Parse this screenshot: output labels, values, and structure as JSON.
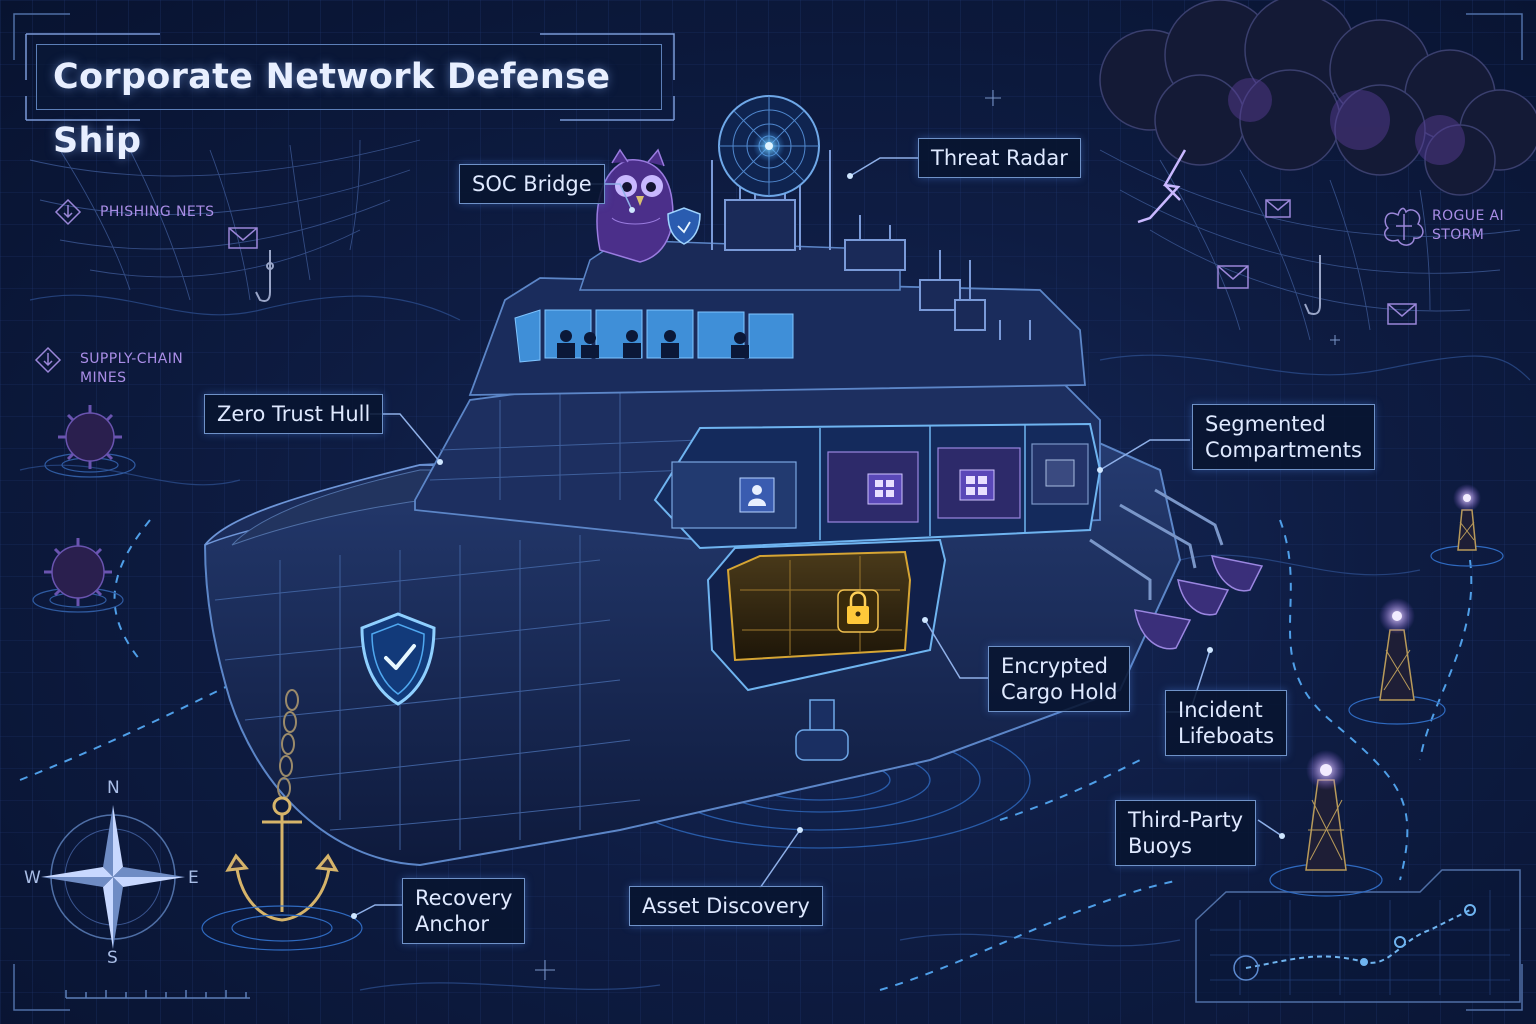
{
  "title": "Corporate Network Defense Ship",
  "callouts": {
    "soc_bridge": "SOC Bridge",
    "threat_radar": "Threat Radar",
    "zero_trust_hull": "Zero Trust Hull",
    "segmented_compartments": [
      "Segmented",
      "Compartments"
    ],
    "encrypted_cargo_hold": [
      "Encrypted",
      "Cargo Hold"
    ],
    "incident_lifeboats": [
      "Incident",
      "Lifeboats"
    ],
    "third_party_buoys": [
      "Third-Party",
      "Buoys"
    ],
    "recovery_anchor": [
      "Recovery",
      "Anchor"
    ],
    "asset_discovery": "Asset Discovery"
  },
  "hazards": {
    "phishing_nets": "PHISHING NETS",
    "supply_chain_mines": [
      "SUPPLY-CHAIN",
      "MINES"
    ],
    "rogue_ai_storm": [
      "ROGUE AI",
      "STORM"
    ]
  },
  "compass": {
    "n": "N",
    "s": "S",
    "e": "E",
    "w": "W"
  },
  "icons": [
    "shield-check-icon",
    "padlock-icon",
    "owl-icon",
    "radar-dish-icon",
    "anchor-icon",
    "buoy-icon",
    "lifeboat-icon",
    "naval-mine-icon",
    "storm-cloud-icon",
    "lightning-icon",
    "envelope-icon",
    "fish-hook-icon",
    "compass-rose-icon",
    "brain-icon",
    "user-icon",
    "grid-icon"
  ],
  "colors": {
    "background": "#0e1c42",
    "accent": "#4fc3ff",
    "hazard": "#a98de6",
    "cargo": "#d6a534",
    "label_border": "#6f92c8"
  }
}
